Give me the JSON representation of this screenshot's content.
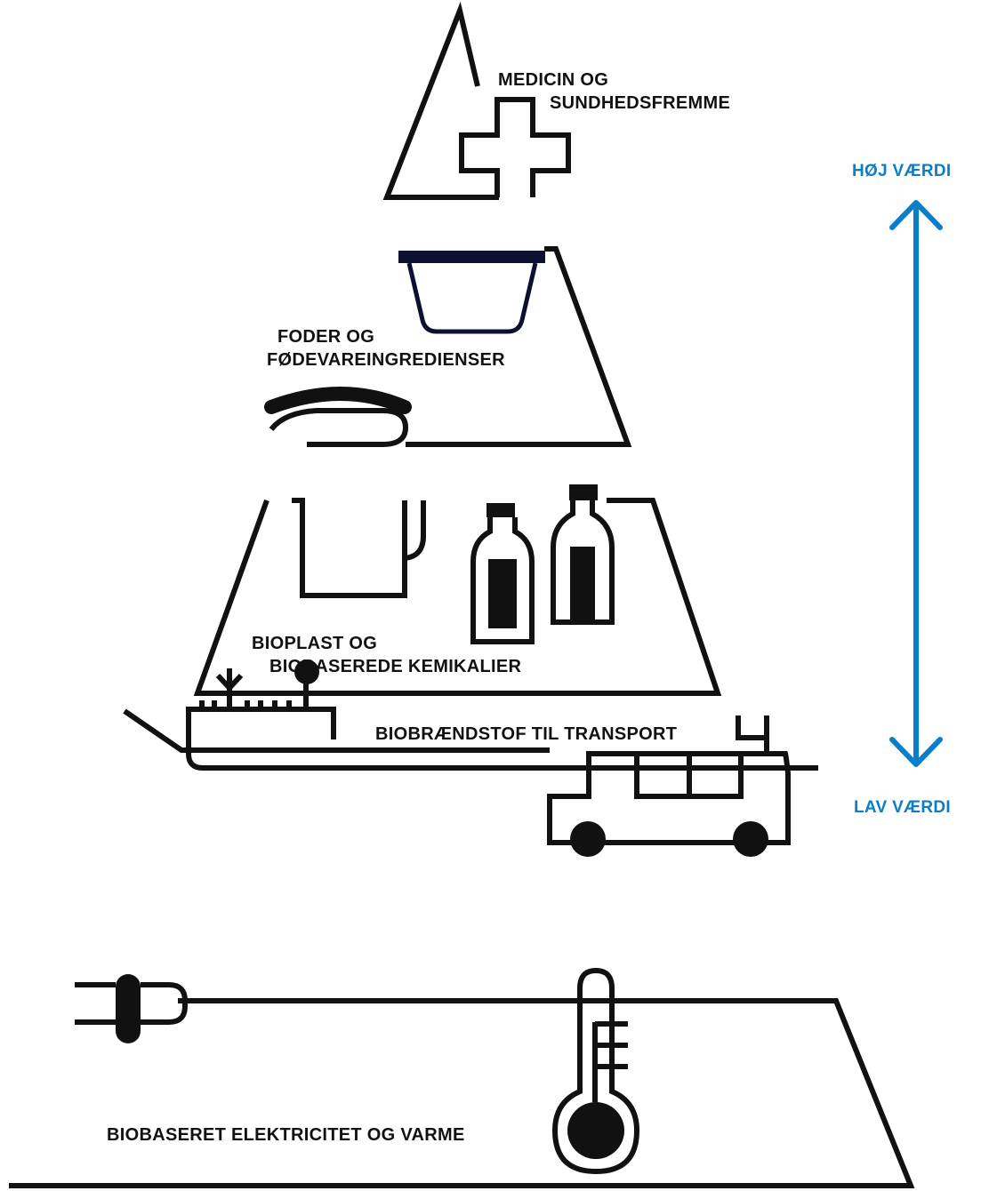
{
  "tiers": {
    "medicin": {
      "line1": "MEDICIN OG",
      "line2": "SUNDHEDSFREMME"
    },
    "foder": {
      "line1": "FODER OG",
      "line2": "FØDEVAREINGREDIENSER"
    },
    "bioplast": {
      "line1": "BIOPLAST OG",
      "line2": "BIOBASEREDE KEMIKALIER"
    },
    "transport": {
      "label": "BIOBRÆNDSTOF TIL TRANSPORT"
    },
    "energi": {
      "label": "BIOBASERET ELEKTRICITET OG VARME"
    }
  },
  "value_scale": {
    "high": "HØJ VÆRDI",
    "low": "LAV VÆRDI"
  },
  "colors": {
    "ink": "#111111",
    "accent": "#0a7fc9",
    "cup_lid": "#0d1030"
  },
  "icons": [
    "medical-cross-icon",
    "cup-icon",
    "sausage-icon",
    "pitcher-icon",
    "bottle-icon",
    "bus-icon",
    "greenhouse-plant-icon",
    "plug-icon",
    "thermometer-icon",
    "double-arrow-icon"
  ]
}
